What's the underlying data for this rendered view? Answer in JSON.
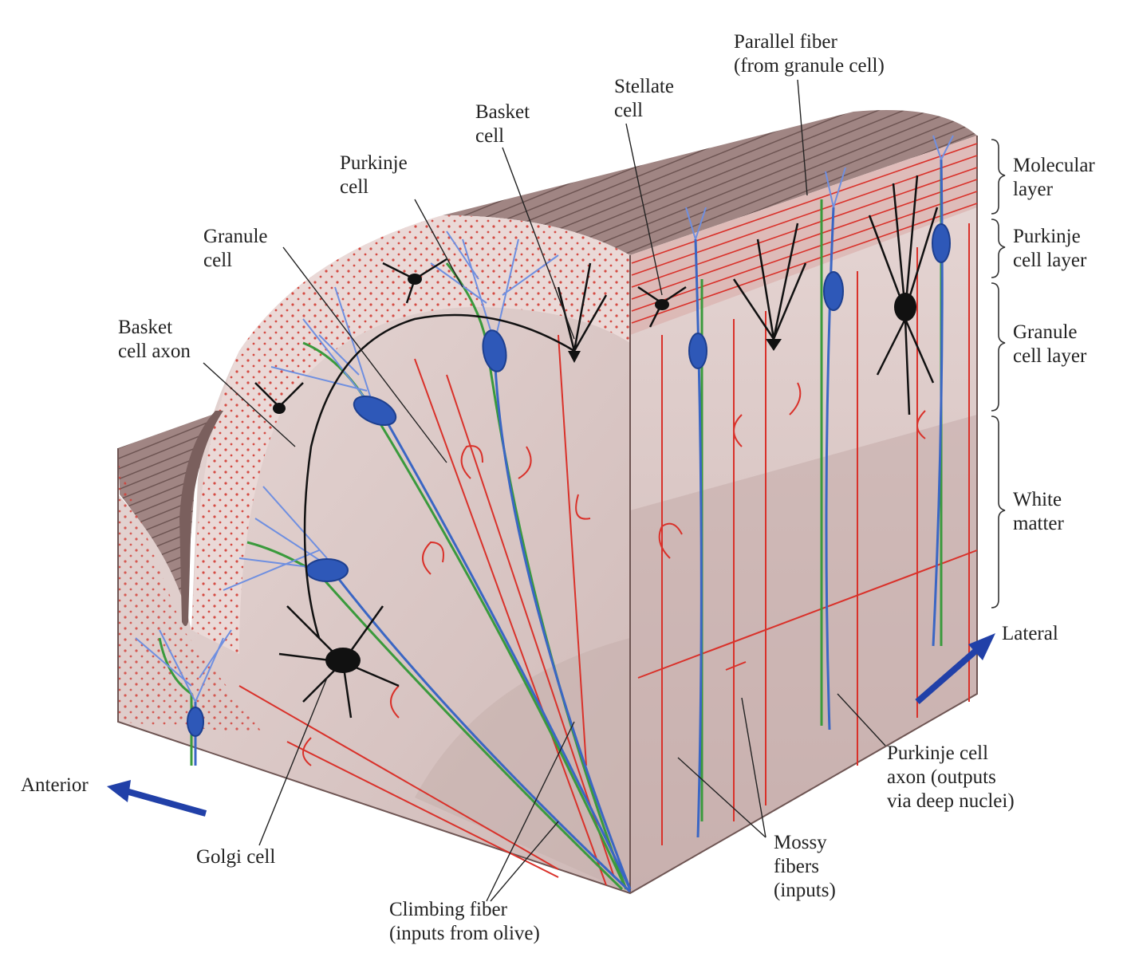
{
  "labels": {
    "parallel_fiber": [
      "Parallel fiber",
      "(from granule cell)"
    ],
    "stellate_cell": [
      "Stellate",
      "cell"
    ],
    "basket_cell": [
      "Basket",
      "cell"
    ],
    "purkinje_cell": [
      "Purkinje",
      "cell"
    ],
    "granule_cell": [
      "Granule",
      "cell"
    ],
    "basket_cell_axon": [
      "Basket",
      "cell axon"
    ],
    "molecular_layer": [
      "Molecular",
      "layer"
    ],
    "purkinje_cell_layer": [
      "Purkinje",
      "cell layer"
    ],
    "granule_cell_layer": [
      "Granule",
      "cell layer"
    ],
    "white_matter": [
      "White",
      "matter"
    ],
    "lateral": "Lateral",
    "anterior": "Anterior",
    "purkinje_cell_axon": [
      "Purkinje cell",
      "axon (outputs",
      "via deep nuclei)"
    ],
    "golgi_cell": "Golgi cell",
    "mossy_fibers": [
      "Mossy",
      "fibers",
      "(inputs)"
    ],
    "climbing_fiber": [
      "Climbing fiber",
      "(inputs from olive)"
    ]
  },
  "colors": {
    "tissue": "#e3d2d0",
    "tissue_dark": "#c9b3b1",
    "surface_stripes": "#8a6e6c",
    "mossy_fiber_red": "#d9312a",
    "purkinje_blue": "#3a66c4",
    "climbing_green": "#3a9a3c",
    "neuron_black": "#111111",
    "arrow_blue": "#2140a8"
  }
}
